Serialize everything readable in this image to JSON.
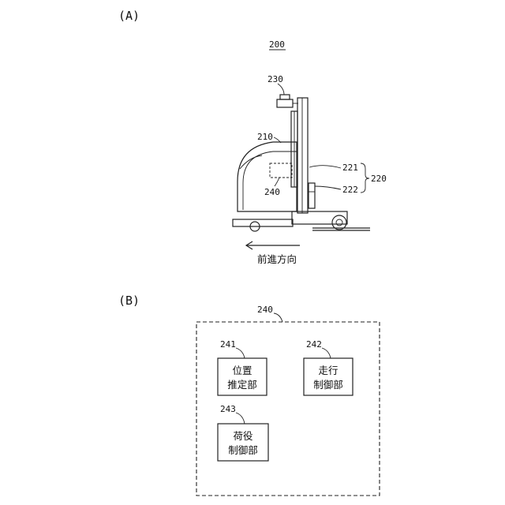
{
  "panel_a_label": "(A)",
  "panel_b_label": "(B)",
  "vehicle_number": "200",
  "refs": {
    "sensor": "230",
    "body": "210",
    "mast": "221",
    "fork": "222",
    "lift": "220",
    "controller": "240"
  },
  "direction_label": "前進方向",
  "controller_box_number": "240",
  "units": [
    {
      "number": "241",
      "line1": "位置",
      "line2": "推定部"
    },
    {
      "number": "242",
      "line1": "走行",
      "line2": "制御部"
    },
    {
      "number": "243",
      "line1": "荷役",
      "line2": "制御部"
    }
  ]
}
